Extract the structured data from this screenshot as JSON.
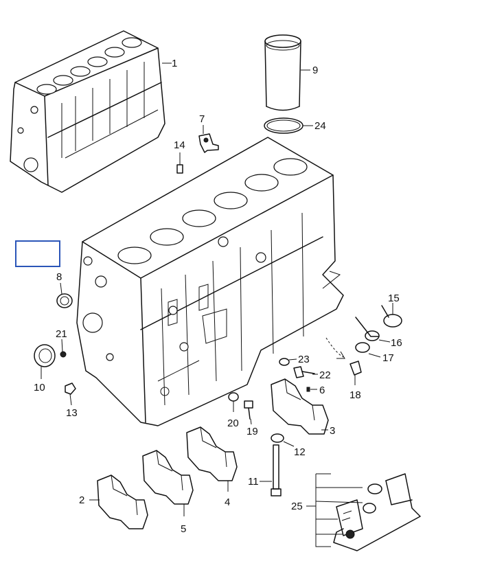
{
  "diagram": {
    "callouts": [
      {
        "id": "1",
        "text": "1"
      },
      {
        "id": "2",
        "text": "2"
      },
      {
        "id": "3",
        "text": "3"
      },
      {
        "id": "4",
        "text": "4"
      },
      {
        "id": "5",
        "text": "5"
      },
      {
        "id": "6",
        "text": "6"
      },
      {
        "id": "7",
        "text": "7"
      },
      {
        "id": "8",
        "text": "8"
      },
      {
        "id": "9",
        "text": "9"
      },
      {
        "id": "10",
        "text": "10"
      },
      {
        "id": "11",
        "text": "11"
      },
      {
        "id": "12",
        "text": "12"
      },
      {
        "id": "13",
        "text": "13"
      },
      {
        "id": "14",
        "text": "14"
      },
      {
        "id": "15",
        "text": "15"
      },
      {
        "id": "16",
        "text": "16"
      },
      {
        "id": "17",
        "text": "17"
      },
      {
        "id": "18",
        "text": "18"
      },
      {
        "id": "19",
        "text": "19"
      },
      {
        "id": "20",
        "text": "20"
      },
      {
        "id": "21",
        "text": "21"
      },
      {
        "id": "22",
        "text": "22"
      },
      {
        "id": "23",
        "text": "23"
      },
      {
        "id": "24",
        "text": "24"
      },
      {
        "id": "25",
        "text": "25"
      }
    ],
    "highlight_color": "#2a55b8"
  }
}
